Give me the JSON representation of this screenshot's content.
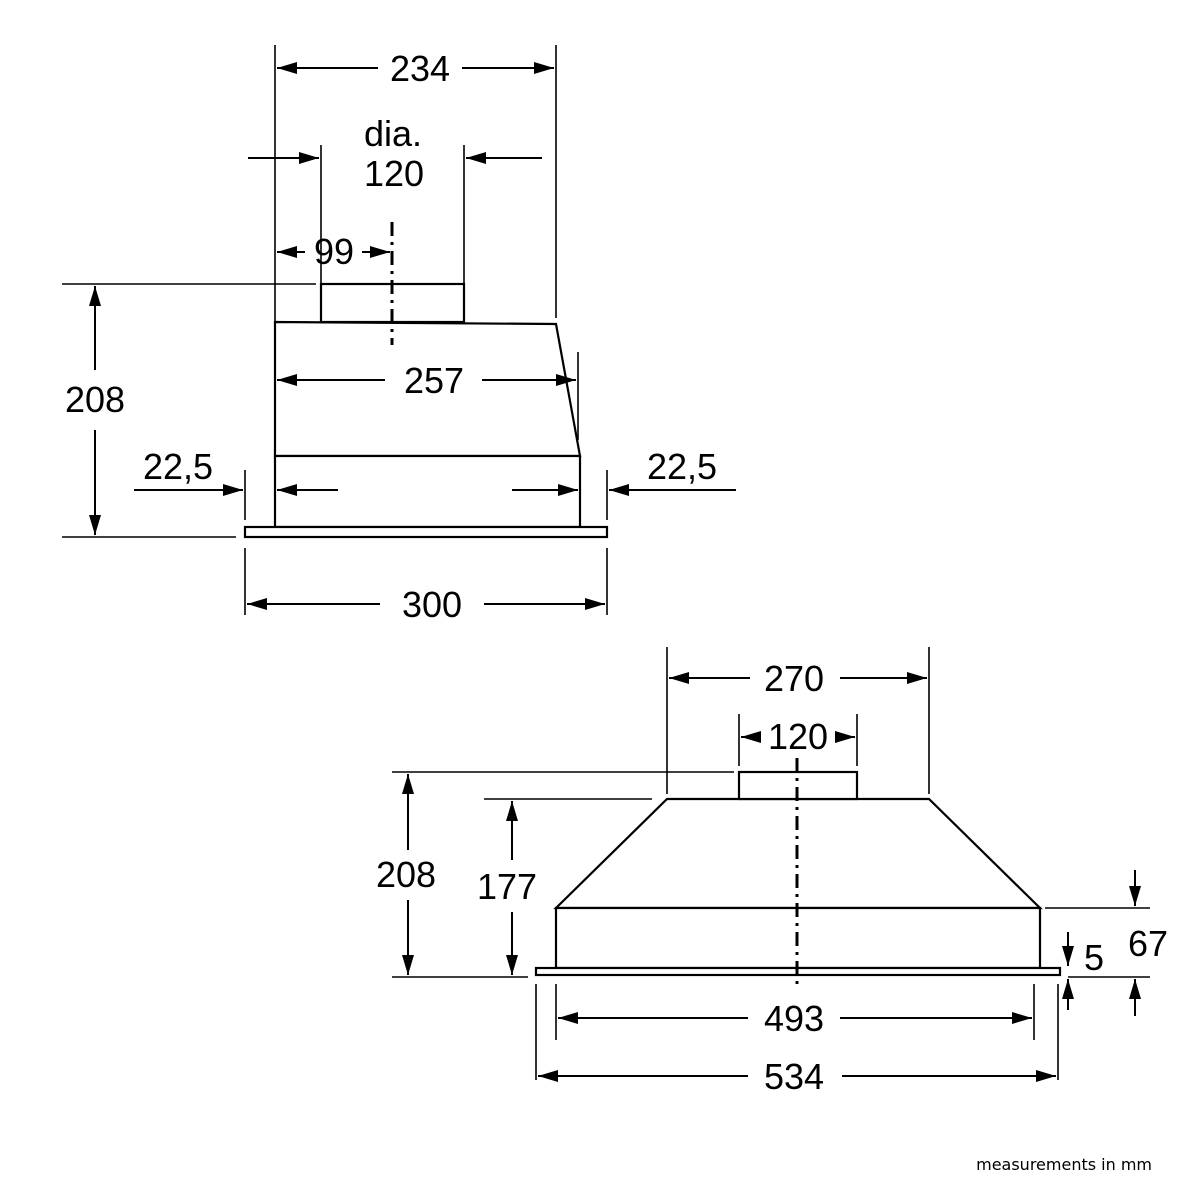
{
  "side_view": {
    "width_top_label": "234",
    "duct_dia_line1": "dia.",
    "duct_dia_line2": "120",
    "duct_offset_label": "99",
    "inner_width_label": "257",
    "height_label": "208",
    "left_margin_label": "22,5",
    "right_margin_label": "22,5",
    "total_width_label": "300"
  },
  "front_view": {
    "top_width_label": "270",
    "duct_width_label": "120",
    "total_height_label": "208",
    "body_height_label": "177",
    "side_height_label": "67",
    "lip_height_label": "5",
    "inner_width_label": "493",
    "total_width_label": "534"
  },
  "footer": {
    "unit_note": "measurements in mm"
  }
}
